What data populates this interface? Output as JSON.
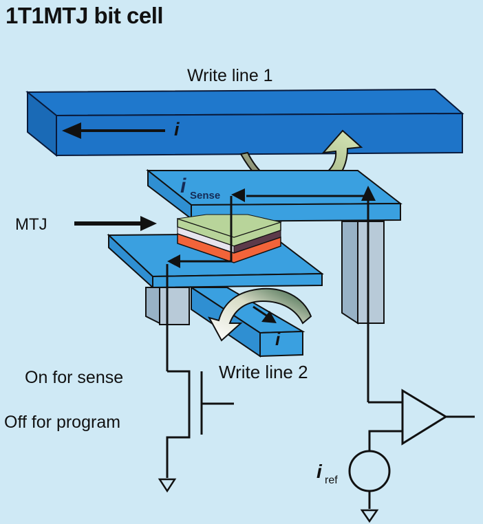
{
  "title": "1T1MTJ bit cell",
  "labels": {
    "write_line_1": "Write line 1",
    "write_line_2": "Write line 2",
    "mtj": "MTJ",
    "on_for_sense": "On for sense",
    "off_for_program": "Off for program",
    "current_symbol": "i",
    "sense_current_symbol": "i",
    "sense_current_subscript": "Sense",
    "ref_current_symbol": "i",
    "ref_current_subscript": "ref"
  },
  "colors": {
    "background": "#cfe9f5",
    "write_line_blue": "#1e74c8",
    "plate_blue": "#3aa0e0",
    "via_gray": "#a8bfcf",
    "mtj_top_layer": "#b8d49a",
    "mtj_middle_layer": "#e8e8ee",
    "mtj_bottom_layer": "#f2643a",
    "field_arrow": "#c9dca0",
    "wire": "#111111"
  }
}
